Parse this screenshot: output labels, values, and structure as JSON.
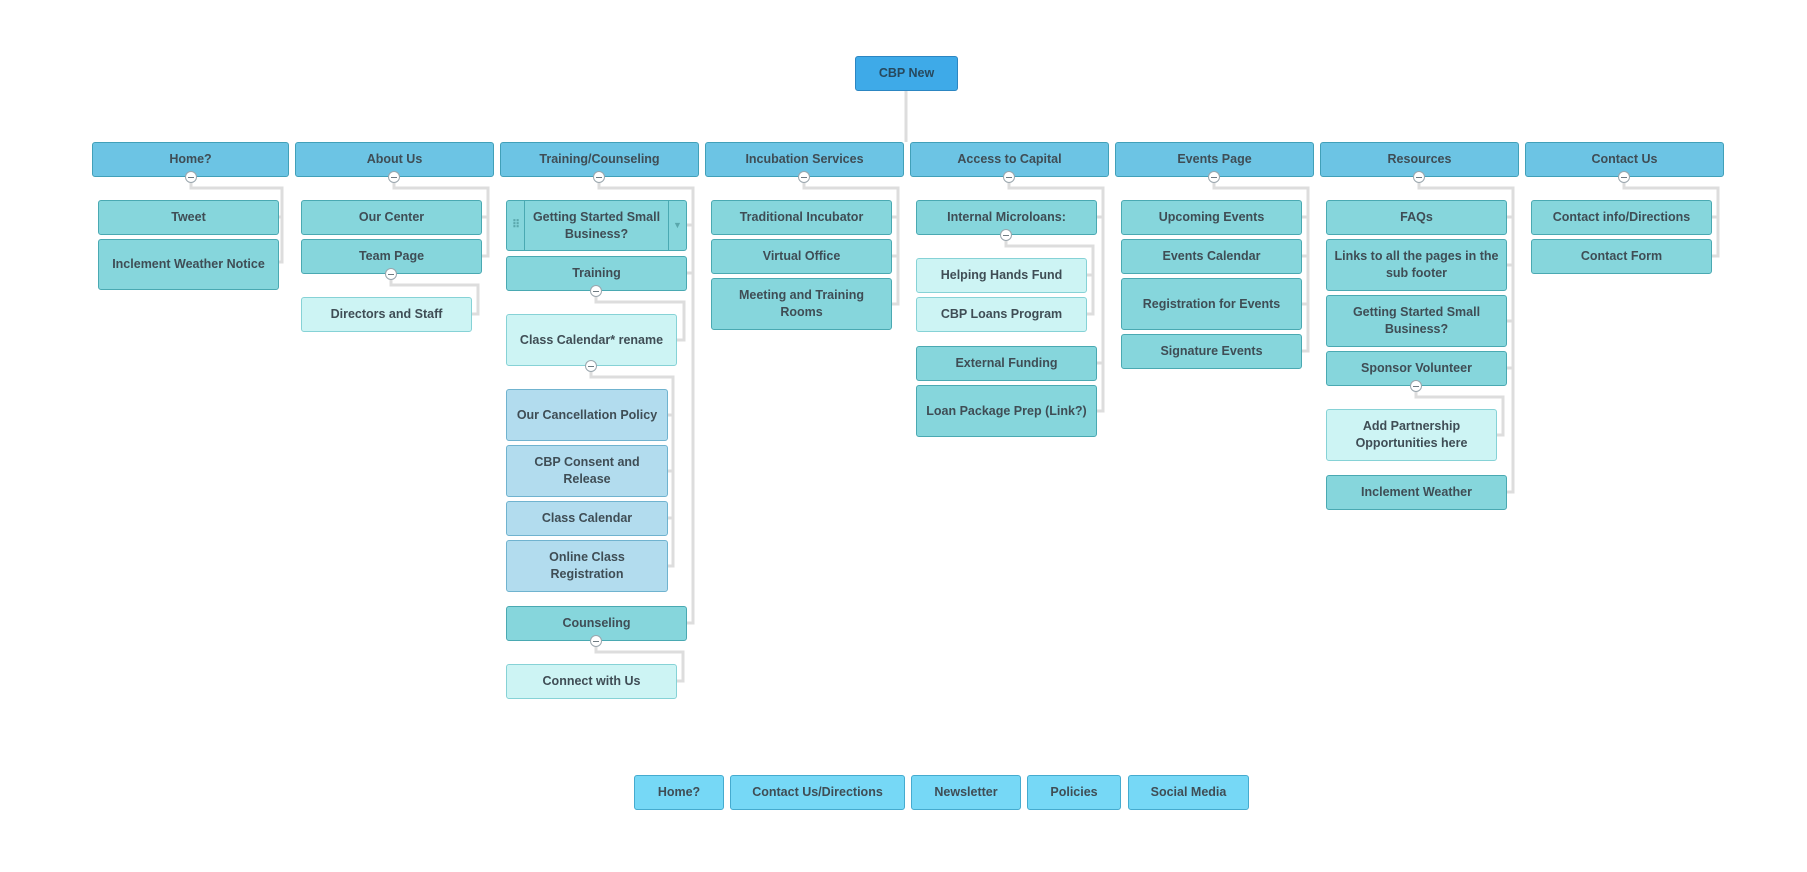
{
  "root": "CBP New",
  "sections": {
    "home": {
      "label": "Home?",
      "children": [
        "Tweet",
        "Inclement Weather Notice"
      ]
    },
    "about": {
      "label": "About Us",
      "children": [
        "Our Center",
        "Team Page"
      ],
      "team_children": [
        "Directors and Staff"
      ]
    },
    "training": {
      "label": "Training/Counseling",
      "getting_started": "Getting Started Small Business?",
      "training": "Training",
      "class_calendar_rename": "Class Calendar* rename",
      "class_items": [
        "Our Cancellation Policy",
        "CBP Consent and Release",
        "Class Calendar",
        "Online Class Registration"
      ],
      "counseling": "Counseling",
      "connect": "Connect with Us"
    },
    "incubation": {
      "label": "Incubation Services",
      "children": [
        "Traditional Incubator",
        "Virtual Office",
        "Meeting and Training Rooms"
      ]
    },
    "capital": {
      "label": "Access to Capital",
      "microloans": "Internal Microloans:",
      "microloan_items": [
        "Helping Hands Fund",
        "CBP Loans Program"
      ],
      "children": [
        "External Funding",
        "Loan Package Prep (Link?)"
      ]
    },
    "events": {
      "label": "Events Page",
      "children": [
        "Upcoming Events",
        "Events Calendar",
        "Registration for Events",
        "Signature Events"
      ]
    },
    "resources": {
      "label": "Resources",
      "children": [
        "FAQs",
        "Links to all the pages in the sub footer",
        "Getting Started Small Business?",
        "Sponsor Volunteer"
      ],
      "sponsor_children": [
        "Add Partnership Opportunities here"
      ],
      "last": "Inclement Weather"
    },
    "contact": {
      "label": "Contact Us",
      "children": [
        "Contact info/Directions",
        "Contact Form"
      ]
    }
  },
  "footer": [
    "Home?",
    "Contact Us/Directions",
    "Newsletter",
    "Policies",
    "Social Media"
  ],
  "colors": {
    "root": "#3eaae8",
    "level1": "#6cc4e4",
    "level2": "#86d6dc",
    "light": "#cdf4f4",
    "blue": "#b2dcee",
    "footer": "#76d8f6",
    "connector": "#dddddd"
  }
}
